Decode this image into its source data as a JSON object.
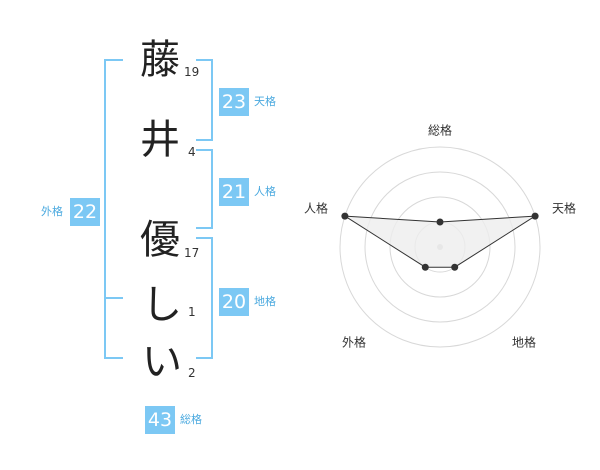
{
  "name": {
    "chars": [
      {
        "char": "藤",
        "strokes": "19"
      },
      {
        "char": "井",
        "strokes": "4"
      },
      {
        "char": "優",
        "strokes": "17"
      },
      {
        "char": "し",
        "strokes": "1"
      },
      {
        "char": "い",
        "strokes": "2"
      }
    ]
  },
  "fortunes": {
    "tenkaku": {
      "value": "23",
      "label": "天格"
    },
    "jinkaku": {
      "value": "21",
      "label": "人格"
    },
    "chikaku": {
      "value": "20",
      "label": "地格"
    },
    "gaikaku": {
      "value": "22",
      "label": "外格"
    },
    "soukaku": {
      "value": "43",
      "label": "総格"
    }
  },
  "colors": {
    "accent": "#7cc8f4",
    "bracket": "#7cc8f4",
    "radar_fill": "#eeeeee",
    "radar_line": "#333333"
  },
  "chart_data": {
    "type": "radar",
    "axes": [
      "総格",
      "天格",
      "地格",
      "外格",
      "人格"
    ],
    "values": [
      1,
      4,
      1,
      1,
      4
    ],
    "rmax": 4,
    "rings": 4
  }
}
